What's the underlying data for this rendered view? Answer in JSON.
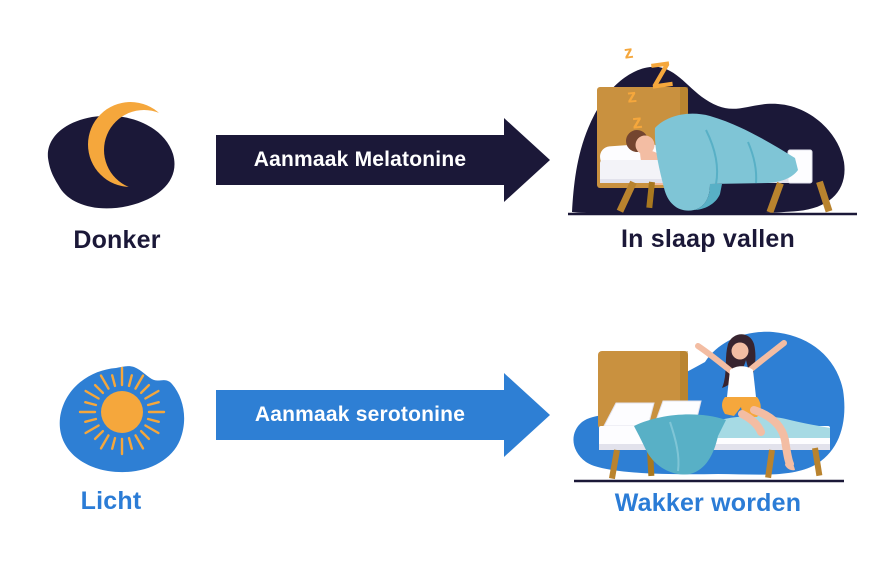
{
  "colors": {
    "dark_navy": "#1b1838",
    "orange": "#f5a73c",
    "blue": "#2e7fd4",
    "blue_text": "#2b7cd6",
    "teal": "#7fc5d6",
    "teal_dark": "#58b0c6",
    "teal_light": "#a6dae4",
    "tan": "#c9913f",
    "tan_dark": "#a9781f",
    "leg_tan": "#b9832e",
    "skin": "#f3bda3",
    "hair_brown": "#74452f",
    "hair_dark": "#38242f",
    "mattress": "#f3f3f8",
    "pillow": "#fdfdff",
    "shadow": "#e2e2ec"
  },
  "rows": {
    "dark": {
      "icon": "moon-icon",
      "label": "Donker",
      "arrow_label": "Aanmaak Melatonine",
      "result_label": "In slaap vallen",
      "zzz": [
        "z",
        "Z",
        "z",
        "z"
      ]
    },
    "light": {
      "icon": "sun-icon",
      "label": "Licht",
      "arrow_label": "Aanmaak serotonine",
      "result_label": "Wakker worden"
    }
  }
}
